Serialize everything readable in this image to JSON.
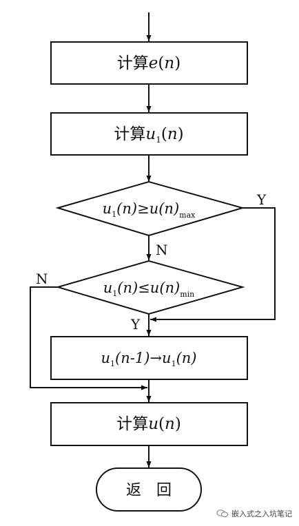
{
  "steps": {
    "calc_e": {
      "prefix": "计算",
      "var": "e",
      "paren": "(",
      "n": "n",
      "close": ")"
    },
    "calc_u1": {
      "prefix": "计算",
      "var": "u",
      "sub": "1",
      "paren": "(",
      "n": "n",
      "close": ")"
    },
    "decision_max": {
      "lhs_var": "u",
      "lhs_sub": "1",
      "lhs_arg": "(n)",
      "op": "≥",
      "rhs_var": "u",
      "rhs_arg": "(n)",
      "rhs_sub": "max"
    },
    "decision_min": {
      "lhs_var": "u",
      "lhs_sub": "1",
      "lhs_arg": "(n)",
      "op": "≤",
      "rhs_var": "u",
      "rhs_arg": "(n)",
      "rhs_sub": "min"
    },
    "assign": {
      "lhs_var": "u",
      "lhs_sub": "1",
      "lhs_arg": "(n-1)",
      "arrow": "→",
      "rhs_var": "u",
      "rhs_sub": "1",
      "rhs_arg": "(n)"
    },
    "calc_u": {
      "prefix": "计算",
      "var": "u",
      "paren": "(",
      "n": "n",
      "close": ")"
    },
    "return": {
      "label": "返　回"
    }
  },
  "branches": {
    "max_yes": "Y",
    "max_no": "N",
    "min_yes": "Y",
    "min_no": "N"
  },
  "watermark": {
    "text": "嵌入式之入坑笔记",
    "icon": "wechat-icon"
  }
}
